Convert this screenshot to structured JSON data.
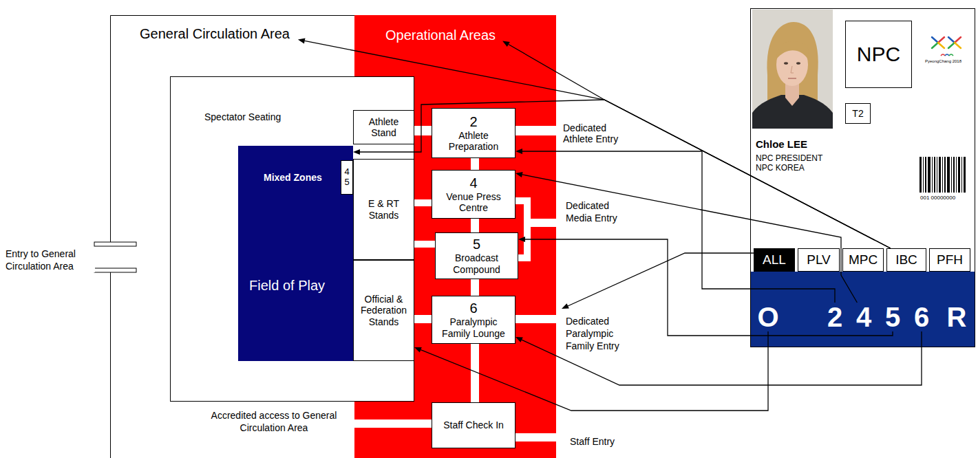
{
  "diagram": {
    "nodes": [
      {
        "text": [
          "General Circulation Area"
        ]
      },
      {
        "text": [
          "Spectator Seating"
        ],
        "in": 0
      },
      {
        "text": [
          "Mixed Zones",
          "Field of Play"
        ],
        "in": 1
      },
      {
        "text": [
          "4",
          "5"
        ],
        "in": 2
      },
      {
        "text": [
          "Athlete Stand"
        ],
        "in": 1
      },
      {
        "text": [
          "E & RT Stands"
        ],
        "in": 1
      },
      {
        "text": [
          "Official & Federation Stands"
        ],
        "in": 1
      },
      {
        "text": [
          "Operational Areas"
        ]
      },
      {
        "text": [
          "2",
          "Athlete Preparation"
        ],
        "in": 7
      },
      {
        "text": [
          "4",
          "Venue Press Centre"
        ],
        "in": 7
      },
      {
        "text": [
          "5",
          "Broadcast Compound"
        ],
        "in": 7
      },
      {
        "text": [
          "6",
          "Paralympic Family Lounge"
        ],
        "in": 7
      },
      {
        "text": [
          "Staff Check In"
        ],
        "in": 7
      },
      {
        "text": [
          "Chloe LEE",
          "NPC PRESIDENT",
          "NPC KOREA"
        ]
      },
      {
        "text": [
          "NPC"
        ],
        "in": 13
      },
      {
        "text": [
          "T2"
        ],
        "in": 13
      },
      {
        "text": [
          "ALL"
        ],
        "in": 13
      },
      {
        "text": [
          "PLV"
        ],
        "in": 13
      },
      {
        "text": [
          "MPC"
        ],
        "in": 13
      },
      {
        "text": [
          "IBC"
        ],
        "in": 13
      },
      {
        "text": [
          "PFH"
        ],
        "in": 13
      },
      {
        "text": [
          "O"
        ],
        "in": 13
      },
      {
        "text": [
          "2"
        ],
        "in": 13
      },
      {
        "text": [
          "4"
        ],
        "in": 13
      },
      {
        "text": [
          "5"
        ],
        "in": 13
      },
      {
        "text": [
          "6"
        ],
        "in": 13
      },
      {
        "text": [
          "R"
        ],
        "in": 13
      }
    ],
    "edges": [
      {
        "from": 19,
        "to": 0,
        "arrow": "to"
      },
      {
        "from": 19,
        "to": 7,
        "arrow": "to"
      },
      {
        "from": 19,
        "to": 2,
        "arrow": "to"
      },
      {
        "from": 22,
        "to": 8,
        "arrow": "to"
      },
      {
        "from": 23,
        "to": 9,
        "arrow": "to"
      },
      {
        "from": 24,
        "to": 10,
        "arrow": "to"
      },
      {
        "from": 25,
        "to": 11,
        "arrow": "to"
      },
      {
        "from": 21,
        "to": 6,
        "arrow": "to"
      }
    ],
    "labels": [
      "Dedicated Athlete Entry",
      "Dedicated Media Entry",
      "Dedicated Paralympic Family Entry",
      "Staff Entry",
      "Entry to General Circulation Area",
      "Accredited access to General Circulation Area",
      "001 00000000",
      "PyeongChang 2018"
    ]
  }
}
